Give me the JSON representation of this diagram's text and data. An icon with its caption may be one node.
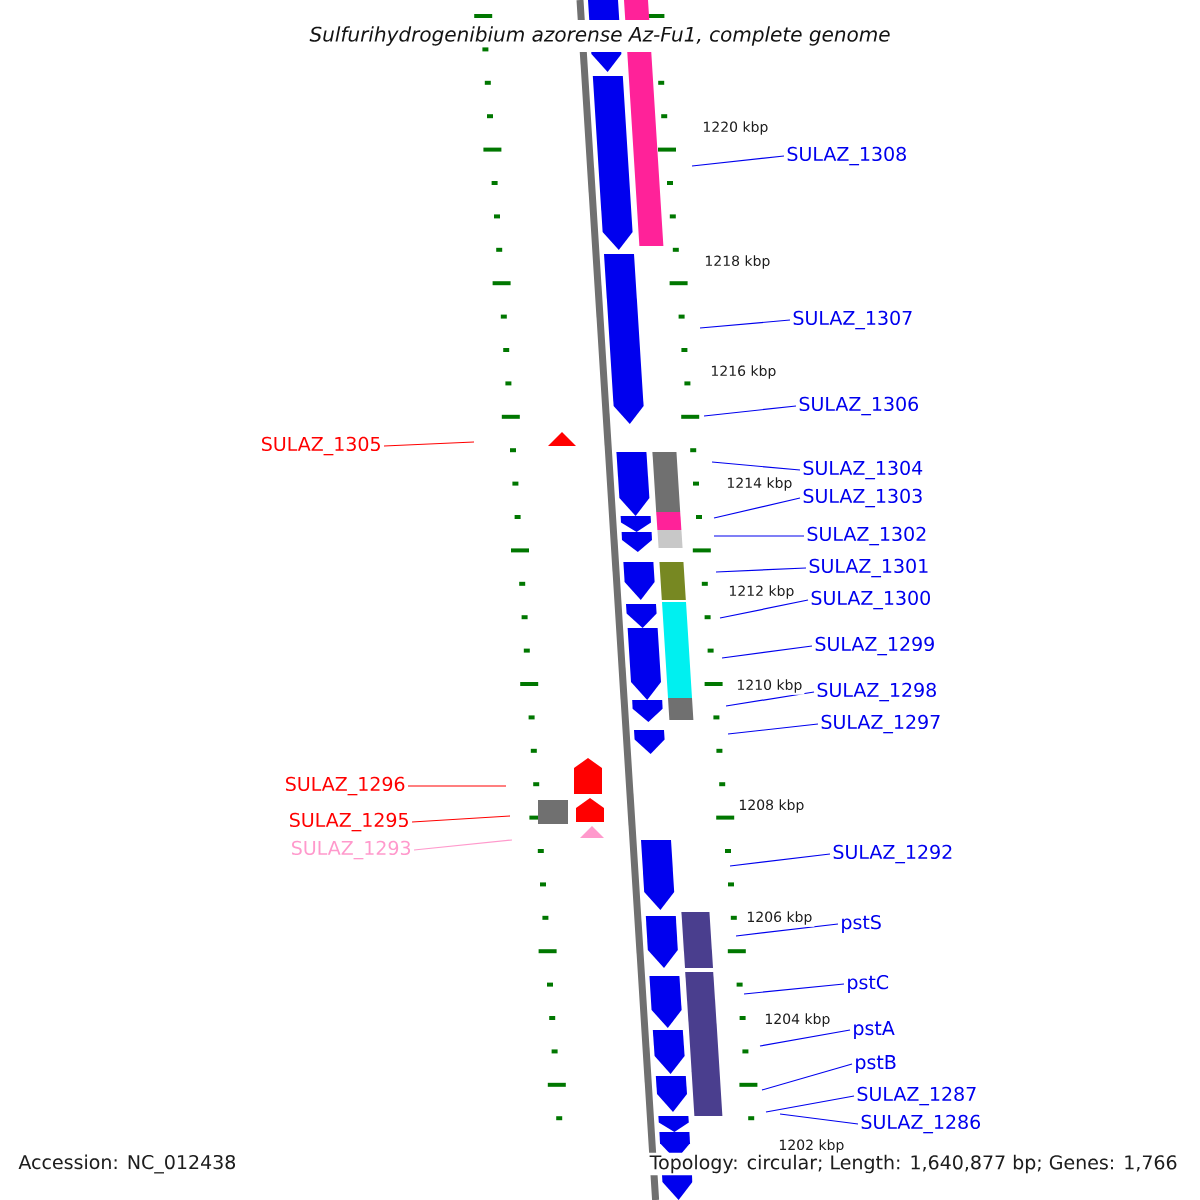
{
  "diagram": {
    "title": "Sulfurihydrogenibium azorense Az-Fu1, complete genome",
    "nodes": [
      {
        "text": [
          "SULAZ_1308"
        ]
      },
      {
        "text": [
          "SULAZ_1307"
        ]
      },
      {
        "text": [
          "SULAZ_1306"
        ]
      },
      {
        "text": [
          "SULAZ_1305"
        ]
      },
      {
        "text": [
          "SULAZ_1304"
        ]
      },
      {
        "text": [
          "SULAZ_1303"
        ]
      },
      {
        "text": [
          "SULAZ_1302"
        ]
      },
      {
        "text": [
          "SULAZ_1301"
        ]
      },
      {
        "text": [
          "SULAZ_1300"
        ]
      },
      {
        "text": [
          "SULAZ_1299"
        ]
      },
      {
        "text": [
          "SULAZ_1298"
        ]
      },
      {
        "text": [
          "SULAZ_1297"
        ]
      },
      {
        "text": [
          "SULAZ_1296"
        ]
      },
      {
        "text": [
          "SULAZ_1295"
        ]
      },
      {
        "text": [
          "SULAZ_1293"
        ]
      },
      {
        "text": [
          "SULAZ_1292"
        ]
      },
      {
        "text": [
          "pstS"
        ]
      },
      {
        "text": [
          "pstC"
        ]
      },
      {
        "text": [
          "pstA"
        ]
      },
      {
        "text": [
          "pstB"
        ]
      },
      {
        "text": [
          "SULAZ_1287"
        ]
      },
      {
        "text": [
          "SULAZ_1286"
        ]
      }
    ],
    "edges": [
      {
        "from": 0,
        "to": null,
        "arrow": "none"
      },
      {
        "from": 1,
        "to": null,
        "arrow": "none"
      },
      {
        "from": 2,
        "to": null,
        "arrow": "none"
      },
      {
        "from": 3,
        "to": null,
        "arrow": "none",
        "color": "#ff0000"
      },
      {
        "from": 4,
        "to": null,
        "arrow": "none"
      },
      {
        "from": 5,
        "to": null,
        "arrow": "none"
      },
      {
        "from": 6,
        "to": null,
        "arrow": "none"
      },
      {
        "from": 7,
        "to": null,
        "arrow": "none"
      },
      {
        "from": 8,
        "to": null,
        "arrow": "none"
      },
      {
        "from": 9,
        "to": null,
        "arrow": "none"
      },
      {
        "from": 10,
        "to": null,
        "arrow": "none"
      },
      {
        "from": 11,
        "to": null,
        "arrow": "none"
      },
      {
        "from": 12,
        "to": null,
        "arrow": "none",
        "color": "#ff0000"
      },
      {
        "from": 13,
        "to": null,
        "arrow": "none",
        "color": "#ff0000"
      },
      {
        "from": 14,
        "to": null,
        "arrow": "none",
        "color": "#ff99cc"
      },
      {
        "from": 15,
        "to": null,
        "arrow": "none"
      },
      {
        "from": 16,
        "to": null,
        "arrow": "none"
      },
      {
        "from": 17,
        "to": null,
        "arrow": "none"
      },
      {
        "from": 18,
        "to": null,
        "arrow": "none"
      },
      {
        "from": 19,
        "to": null,
        "arrow": "none"
      },
      {
        "from": 20,
        "to": null,
        "arrow": "none"
      },
      {
        "from": 21,
        "to": null,
        "arrow": "none"
      }
    ],
    "labels": [
      "1220 kbp",
      "1218 kbp",
      "1216 kbp",
      "1214 kbp",
      "1212 kbp",
      "1210 kbp",
      "1208 kbp",
      "1206 kbp",
      "1204 kbp",
      "1202 kbp",
      "Accession: NC_012438",
      "Topology: circular; Length: 1,640,877 bp; Genes: 1,766"
    ]
  }
}
